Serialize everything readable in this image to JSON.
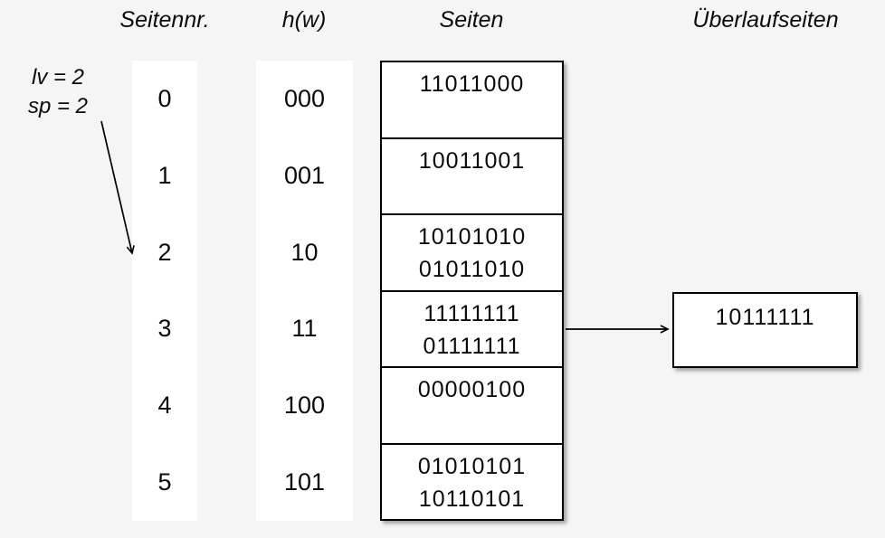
{
  "colors": {
    "background": "#f5f5f5",
    "box_fill": "#ffffff",
    "line": "#000000"
  },
  "headers": {
    "seitennr": "Seitennr.",
    "hw": "h(w)",
    "seiten": "Seiten",
    "ueberlaufseiten": "Überlaufseiten"
  },
  "annotation": {
    "lv": "lv = 2",
    "sp": "sp = 2",
    "points_to_row": "2"
  },
  "rows": [
    {
      "nr": "0",
      "hw": "000",
      "values": [
        "11011000"
      ]
    },
    {
      "nr": "1",
      "hw": "001",
      "values": [
        "10011001"
      ]
    },
    {
      "nr": "2",
      "hw": "10",
      "values": [
        "10101010",
        "01011010"
      ]
    },
    {
      "nr": "3",
      "hw": "11",
      "values": [
        "11111111",
        "01111111"
      ]
    },
    {
      "nr": "4",
      "hw": "100",
      "values": [
        "00000100"
      ]
    },
    {
      "nr": "5",
      "hw": "101",
      "values": [
        "01010101",
        "10110101"
      ]
    }
  ],
  "overflow": {
    "values": [
      "10111111"
    ],
    "linked_row": "3"
  }
}
